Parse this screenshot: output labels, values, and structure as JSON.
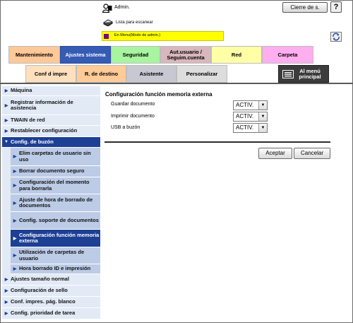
{
  "header": {
    "user_label": "Admin.",
    "logout_label": "Cierre de s.",
    "help_label": "?",
    "scan_list_label": "Lista para escanear",
    "mode_label": "En Menu(Modo de admin.)"
  },
  "tabs_row1": [
    {
      "label": "Mantenimiento",
      "color": "#ffc898"
    },
    {
      "label": "Ajustes sistema",
      "color": "#355bb4"
    },
    {
      "label": "Seguridad",
      "color": "#a8f4a0"
    },
    {
      "label": "Aut.usuario / Seguim.cuenta",
      "color": "#d8b7bd"
    },
    {
      "label": "Red",
      "color": "#ffffa6"
    },
    {
      "label": "Carpeta",
      "color": "#ffaef0"
    }
  ],
  "tabs_row2": [
    {
      "label": "Conf d impre",
      "color": "#ffe0be"
    },
    {
      "label": "R. de destino",
      "color": "#ffcb98"
    },
    {
      "label": "Asistente",
      "color": "#c8c8d2"
    },
    {
      "label": "Personalizar",
      "color": "#dddddd"
    },
    {
      "label": "Al menú principal",
      "color": "#3c3c3c"
    }
  ],
  "sidebar": {
    "items": [
      {
        "label": "Máquina"
      },
      {
        "label": "Registrar información de asistencia"
      },
      {
        "label": "TWAIN de red"
      },
      {
        "label": "Restablecer configuración"
      },
      {
        "label": "Config. de buzón"
      }
    ],
    "sub_items": [
      {
        "label": "Elim carpetas de usuario sin uso"
      },
      {
        "label": "Borrar documento seguro"
      },
      {
        "label": "Configuración del momento para borrarla"
      },
      {
        "label": "Ajuste de hora de borrado de documentos"
      },
      {
        "label": "Config. soporte de documentos"
      },
      {
        "label": "Configuración función memoria externa"
      },
      {
        "label": "Utilización de carpetas de usuario"
      },
      {
        "label": "Hora borrado ID e impresión"
      }
    ],
    "items_after": [
      {
        "label": "Ajustes tamaño normal"
      },
      {
        "label": "Configuración de sello"
      },
      {
        "label": "Conf. impres. pág. blanco"
      },
      {
        "label": "Config. prioridad de tarea"
      }
    ]
  },
  "main": {
    "title": "Configuración función memoria externa",
    "rows": [
      {
        "label": "Guardar documento",
        "value": "ACTIV."
      },
      {
        "label": "Imprimir documento",
        "value": "ACTIV."
      },
      {
        "label": "USB a buzón",
        "value": "ACTIV."
      }
    ],
    "ok_label": "Aceptar",
    "cancel_label": "Cancelar"
  }
}
